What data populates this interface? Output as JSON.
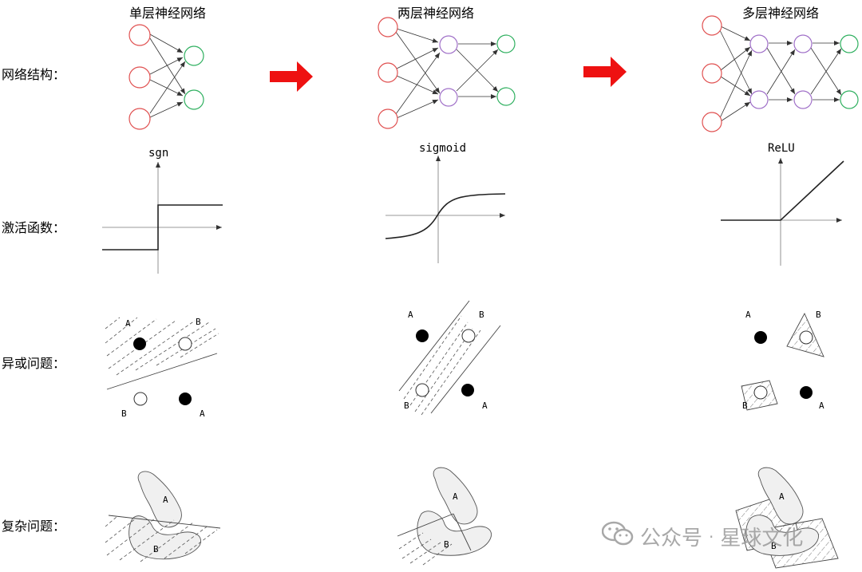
{
  "columns": {
    "single": "单层神经网络",
    "double": "两层神经网络",
    "multi": "多层神经网络"
  },
  "rows": {
    "structure": "网络结构：",
    "activation": "激活函数：",
    "xor": "异或问题：",
    "complex": "复杂问题："
  },
  "functions": {
    "sgn": "sgn",
    "sigmoid": "sigmoid",
    "relu": "ReLU"
  },
  "class_labels": {
    "a": "A",
    "b": "B"
  },
  "watermark": {
    "text1": "公众号",
    "separator": "·",
    "text2": "星球文化"
  },
  "colors": {
    "input_node": "#e05050",
    "hidden_node": "#a070c8",
    "output_node": "#30b060",
    "arrow": "#ee1111"
  }
}
